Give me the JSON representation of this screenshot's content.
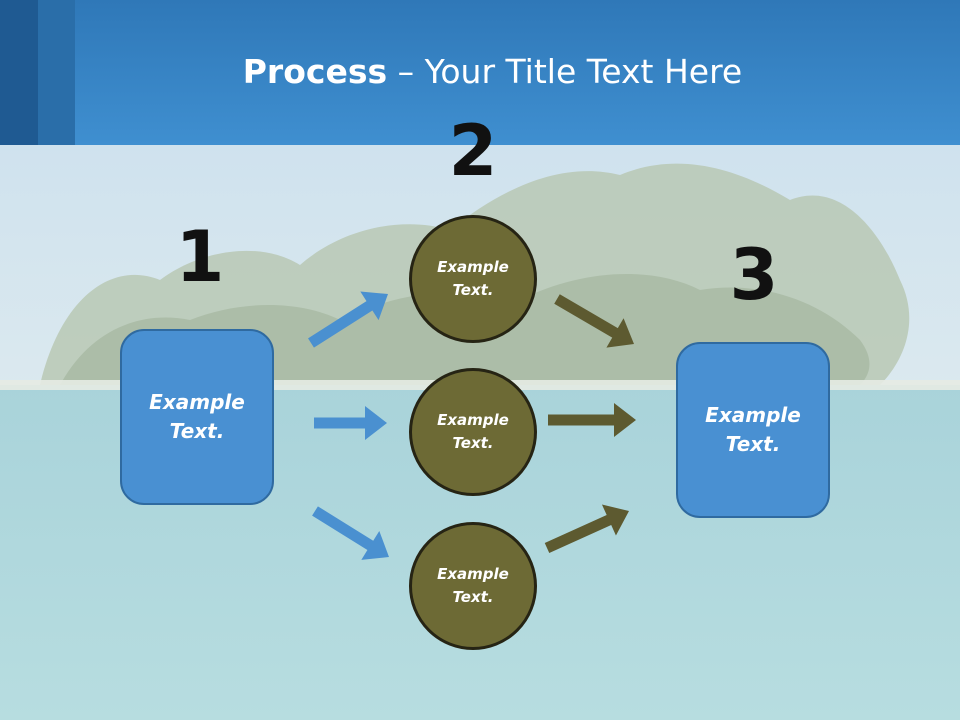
{
  "title": {
    "bold": "Process",
    "rest": " – Your Title Text Here"
  },
  "steps": [
    {
      "number": "1"
    },
    {
      "number": "2"
    },
    {
      "number": "3"
    }
  ],
  "left_box": {
    "text": "Example Text."
  },
  "right_box": {
    "text": "Example Text."
  },
  "circles": [
    {
      "text": "Example Text."
    },
    {
      "text": "Example Text."
    },
    {
      "text": "Example Text."
    }
  ],
  "colors": {
    "header": "#3f8fd0",
    "blue_shape": "#4990d2",
    "olive_circle": "#6d6a35",
    "blue_arrow": "#4a90d0",
    "olive_arrow": "#5d5a30"
  }
}
